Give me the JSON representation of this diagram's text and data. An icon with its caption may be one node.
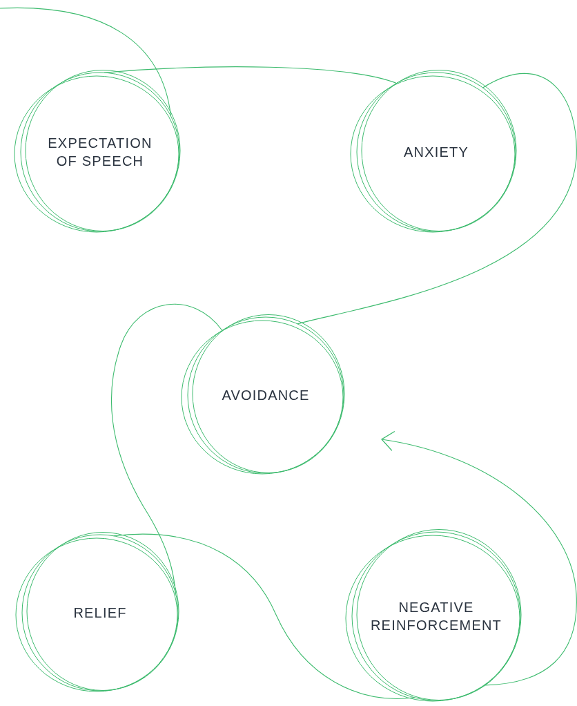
{
  "diagram": {
    "nodes": [
      {
        "text": [
          "EXPECTATION OF SPEECH"
        ]
      },
      {
        "text": [
          "ANXIETY"
        ]
      },
      {
        "text": [
          "AVOIDANCE"
        ]
      },
      {
        "text": [
          "RELIEF"
        ]
      },
      {
        "text": [
          "NEGATIVE REINFORCEMENT"
        ]
      }
    ],
    "edges": [
      {
        "from": null,
        "to": 0,
        "arrow": "none"
      },
      {
        "from": 0,
        "to": 1,
        "arrow": "none"
      },
      {
        "from": 1,
        "to": 2,
        "arrow": "none"
      },
      {
        "from": 2,
        "to": 3,
        "arrow": "none"
      },
      {
        "from": 3,
        "to": 4,
        "arrow": "none"
      },
      {
        "from": 4,
        "to": null,
        "arrow": "to"
      }
    ]
  }
}
